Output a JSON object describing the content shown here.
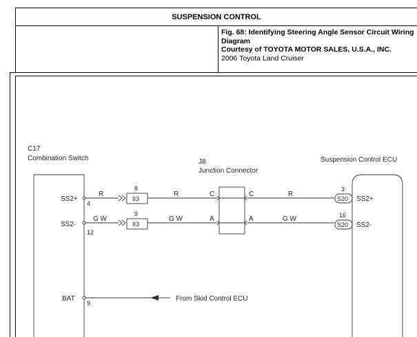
{
  "header": {
    "section_title": "SUSPENSION CONTROL",
    "figure_title": "Fig. 68: Identifying Steering Angle Sensor Circuit Wiring Diagram",
    "courtesy": "Courtesy of TOYOTA MOTOR SALES, U.S.A., INC.",
    "vehicle": "2006 Toyota Land Cruiser"
  },
  "diagram": {
    "combination_switch": {
      "code": "C17",
      "name": "Combination Switch"
    },
    "junction": {
      "code": "J8",
      "name": "Junction Connector"
    },
    "ecu": {
      "name": "Suspension Control ECU"
    },
    "pins": {
      "ss2p": {
        "label": "SS2+",
        "pin": "4"
      },
      "ss2m": {
        "label": "SS2-",
        "pin": "12"
      },
      "bat": {
        "label": "BAT",
        "pin": "9"
      }
    },
    "wires": {
      "r1": "R",
      "r2": "R",
      "r3": "R",
      "gw1": "G W",
      "gw2": "G W",
      "gw3": "G W"
    },
    "connectors": {
      "ii3_top": {
        "label": "II3",
        "number": "8"
      },
      "ii3_bottom": {
        "label": "II3",
        "number": "9"
      }
    },
    "junction_terminals": {
      "c_left": "C",
      "c_right": "C",
      "a_left": "A",
      "a_right": "A"
    },
    "ecu_pins": {
      "ss2p": {
        "connector": "S20",
        "number": "3",
        "label": "SS2+"
      },
      "ss2m": {
        "connector": "S20",
        "number": "16",
        "label": "SS2-"
      }
    },
    "from_skid": "From Skid Control ECU"
  }
}
